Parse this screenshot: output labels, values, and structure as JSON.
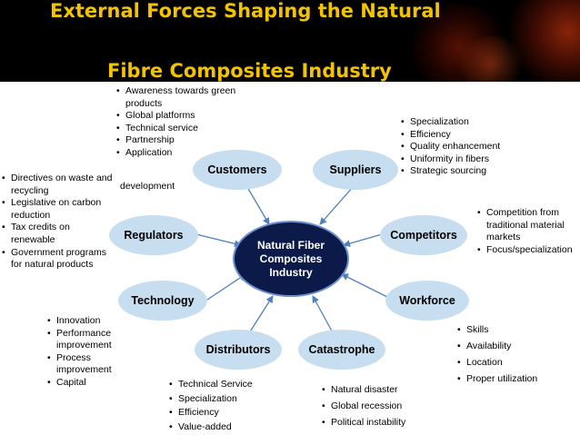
{
  "title": {
    "line1": "External Forces Shaping the Natural",
    "line2": "Fibre Composites Industry"
  },
  "colors": {
    "title": "#f2c300",
    "header_bg": "#000000",
    "node_fill": "#c7ddf0",
    "center_fill": "#0c1a4a",
    "arrow": "#4f81bd"
  },
  "center": {
    "line1": "Natural Fiber",
    "line2": "Composites",
    "line3": "Industry"
  },
  "forces": [
    {
      "id": "customers",
      "label": "Customers"
    },
    {
      "id": "suppliers",
      "label": "Suppliers"
    },
    {
      "id": "regulators",
      "label": "Regulators"
    },
    {
      "id": "competitors",
      "label": "Competitors"
    },
    {
      "id": "technology",
      "label": "Technology"
    },
    {
      "id": "workforce",
      "label": "Workforce"
    },
    {
      "id": "distributors",
      "label": "Distributors"
    },
    {
      "id": "catastrophe",
      "label": "Catastrophe"
    }
  ],
  "notes": {
    "customers": [
      "Awareness towards green products",
      "Global platforms",
      "Technical service",
      "Partnership",
      "Application"
    ],
    "customers_tail": "development",
    "suppliers": [
      "Specialization",
      "Efficiency",
      "Quality enhancement",
      "Uniformity in fibers",
      "Strategic sourcing"
    ],
    "regulators": [
      "Directives on waste and recycling",
      "Legislative on carbon reduction",
      "Tax credits on renewable",
      "Government programs for natural products"
    ],
    "competitors": [
      "Competition from traditional material markets",
      "Focus/specialization"
    ],
    "technology": [
      "Innovation",
      "Performance improvement",
      "Process improvement",
      "Capital"
    ],
    "workforce": [
      "Skills",
      "Availability",
      "Location",
      "Proper utilization"
    ],
    "distributors": [
      "Technical Service",
      "Specialization",
      "Efficiency",
      "Value-added"
    ],
    "catastrophe": [
      "Natural disaster",
      "Global recession",
      "Political instability"
    ]
  }
}
